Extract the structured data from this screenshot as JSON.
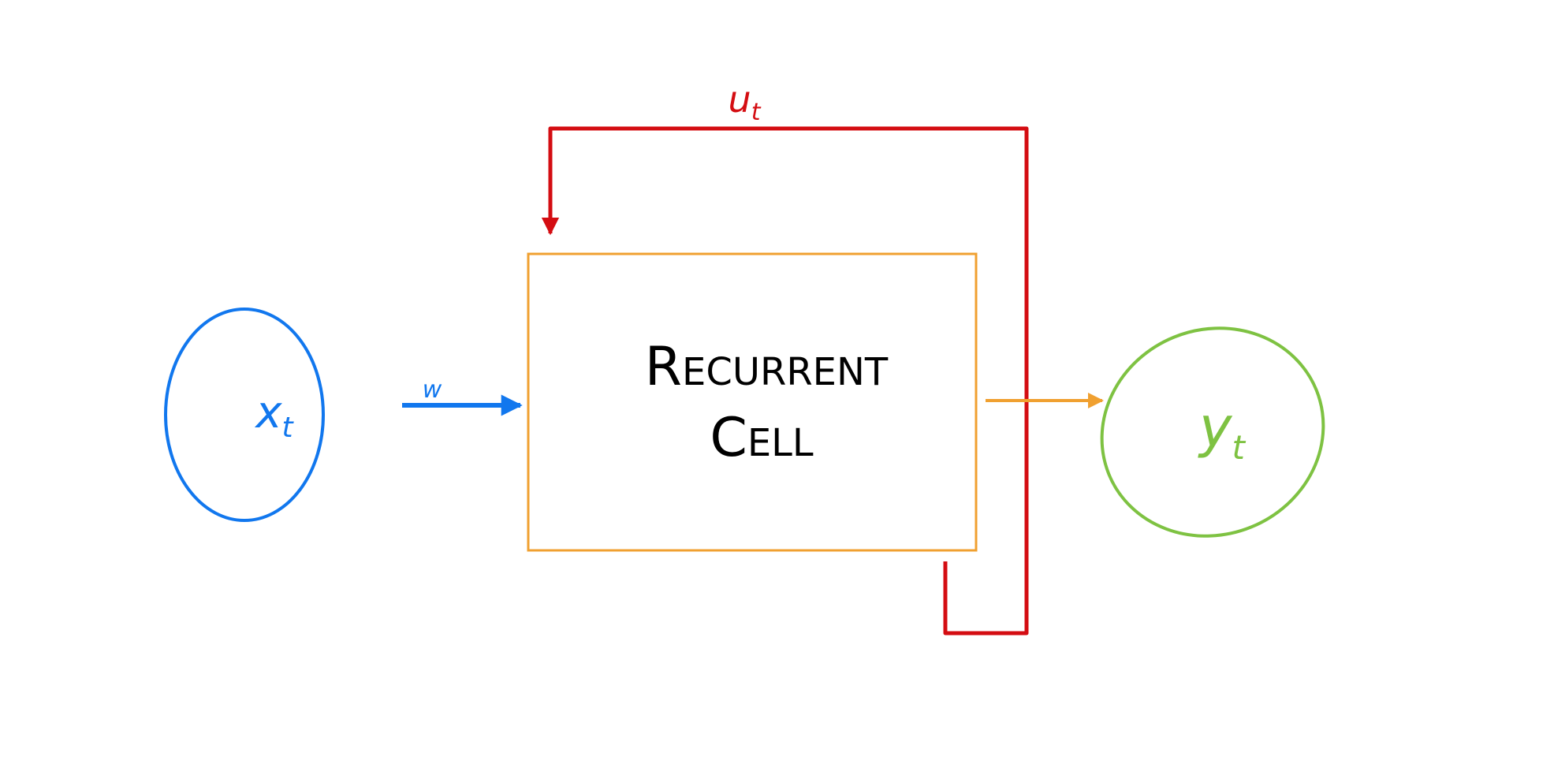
{
  "input_node": {
    "symbol": "x",
    "subscript": "t",
    "color": "#1177ee"
  },
  "input_weight": {
    "label": "w",
    "color": "#1177ee"
  },
  "cell": {
    "line1": "Recurrent",
    "line2": "Cell",
    "border_color": "#f0a030",
    "text_color": "#000000"
  },
  "recurrent_weight": {
    "symbol": "u",
    "subscript": "t",
    "color": "#d40d12"
  },
  "output_arrow": {
    "color": "#f0a030"
  },
  "output_node": {
    "symbol": "y",
    "subscript": "t",
    "color": "#7ec242"
  }
}
